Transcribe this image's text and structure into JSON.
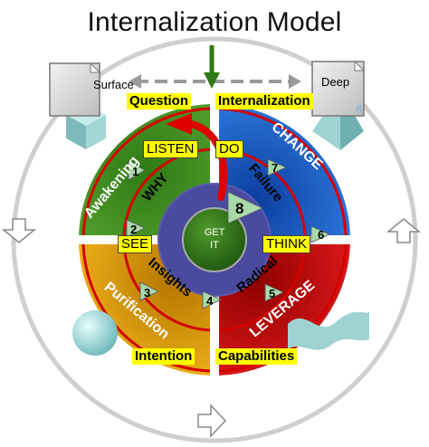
{
  "title": "Internalization Model",
  "ends": {
    "left": "Surface",
    "right": "Deep",
    "right_badge": "8"
  },
  "outer_labels": {
    "top_left": "Question",
    "top_right": "Internalization",
    "bottom_left": "Intention",
    "bottom_right": "Capabilities"
  },
  "quadrants": {
    "top_left": "Awakening",
    "top_right": "CHANGE",
    "bottom_left": "Purification",
    "bottom_right": "LEVERAGE"
  },
  "inner_labels": {
    "top_left": "WHY",
    "top_right": "Failure",
    "bottom_left": "Insights",
    "bottom_right": "Radical"
  },
  "actions": {
    "listen": "LISTEN",
    "do": "DO",
    "see": "SEE",
    "think": "THINK"
  },
  "center": {
    "line1": "GET",
    "line2": "IT"
  },
  "steps": [
    "1",
    "2",
    "3",
    "4",
    "5",
    "6",
    "7",
    "8"
  ],
  "colors": {
    "green": "#3c8a1e",
    "blue": "#1e5fc8",
    "orange": "#d99a00",
    "red": "#c80a0a",
    "center": "#2f6f17",
    "highlight": "#ffff00"
  }
}
